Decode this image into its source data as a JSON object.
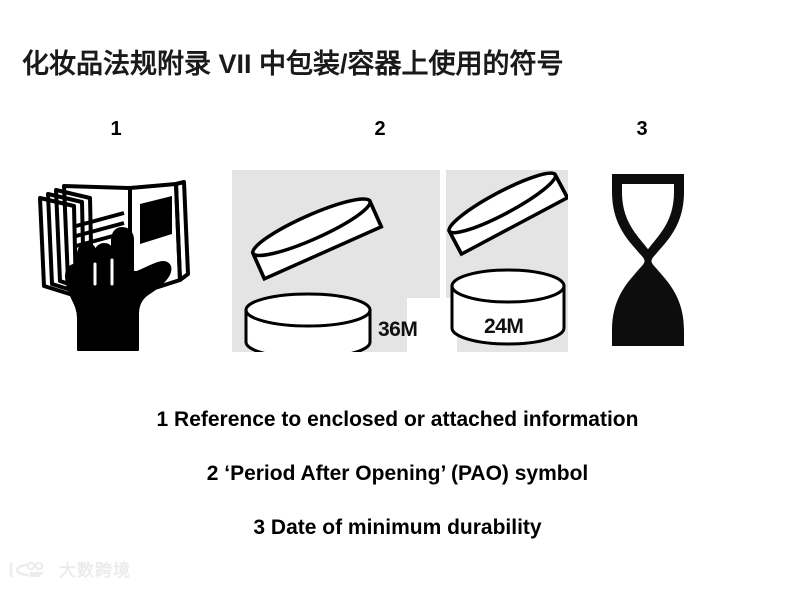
{
  "slide": {
    "title": "化妆品法规附录 VII 中包装/容器上使用的符号",
    "background_color": "#ffffff",
    "text_color": "#000000"
  },
  "index_numbers": [
    {
      "label": "1"
    },
    {
      "label": "2"
    },
    {
      "label": "3"
    }
  ],
  "symbols": [
    {
      "id": "refer-to-instructions",
      "icon": "hand-pointing-at-open-book-icon",
      "index": "1",
      "fill_color": "#000000"
    },
    {
      "id": "period-after-opening",
      "icon": "open-jar-with-lid-icon",
      "index": "2",
      "panel_color": "#e4e4e4",
      "variants": [
        {
          "months_label": "36M",
          "months": 36
        },
        {
          "months_label": "24M",
          "months": 24
        }
      ]
    },
    {
      "id": "date-of-minimum-durability",
      "icon": "hourglass-icon",
      "index": "3",
      "fill_color": "#000000"
    }
  ],
  "captions": [
    {
      "text": "1 Reference to enclosed or attached information"
    },
    {
      "text": "2 ‘Period After Opening’ (PAO) symbol"
    },
    {
      "text": "3 Date of minimum durability"
    }
  ],
  "watermark": {
    "text": "大数跨境",
    "color": "#ececec"
  }
}
